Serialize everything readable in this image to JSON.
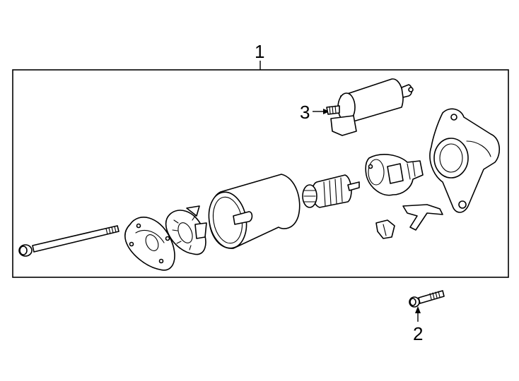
{
  "callouts": {
    "assembly": "1",
    "bolt": "2",
    "solenoid": "3"
  },
  "colors": {
    "line": "#000000",
    "background": "#ffffff"
  }
}
